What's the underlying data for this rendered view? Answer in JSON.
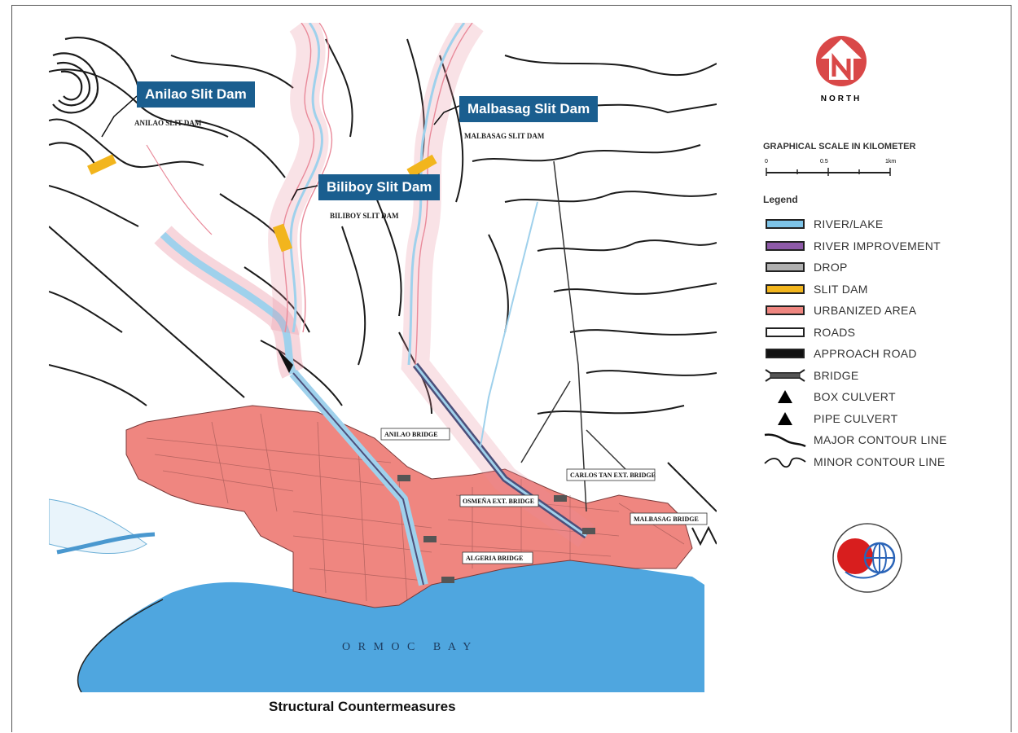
{
  "callouts": {
    "anilao": "Anilao Slit Dam",
    "malbasag": "Malbasag Slit Dam",
    "biliboy": "Biliboy Slit Dam"
  },
  "map_labels": {
    "anilao_dam": "ANILAO SLIT DAM",
    "malbasag_dam": "MALBASAG SLIT DAM",
    "biliboy_dam": "BILIBOY SLIT DAM",
    "anilao_bridge": "ANILAO BRIDGE",
    "osmena_bridge": "OSMEÑA EXT. BRIDGE",
    "algeria_bridge": "ALGERIA BRIDGE",
    "carlos_tan_bridge": "CARLOS TAN EXT. BRIDGE",
    "malbasag_bridge": "MALBASAG BRIDGE",
    "bay": "O R M O C   B A Y"
  },
  "north": {
    "label": "NORTH"
  },
  "scale": {
    "title": "GRAPHICAL SCALE IN KILOMETER",
    "ticks": [
      "0",
      "0.5",
      "1km"
    ]
  },
  "legend": {
    "title": "Legend",
    "items": [
      {
        "label": "RIVER/LAKE",
        "symbol": "swatch",
        "color": "#7ec4e8"
      },
      {
        "label": "RIVER IMPROVEMENT",
        "symbol": "swatch",
        "color": "#8e5aa8"
      },
      {
        "label": "DROP",
        "symbol": "swatch",
        "color": "#b0b0b0"
      },
      {
        "label": "SLIT DAM",
        "symbol": "swatch",
        "color": "#f2b51d"
      },
      {
        "label": "URBANIZED AREA",
        "symbol": "swatch",
        "color": "#ef8680"
      },
      {
        "label": "ROADS",
        "symbol": "swatch",
        "color": "#ffffff"
      },
      {
        "label": "APPROACH ROAD",
        "symbol": "swatch",
        "color": "#111111"
      },
      {
        "label": "BRIDGE",
        "symbol": "bridge",
        "color": "#555555"
      },
      {
        "label": "BOX CULVERT",
        "symbol": "triangle",
        "color": "#000000"
      },
      {
        "label": "PIPE CULVERT",
        "symbol": "triangle",
        "color": "#000000"
      },
      {
        "label": "MAJOR CONTOUR LINE",
        "symbol": "major-contour",
        "color": "#111111"
      },
      {
        "label": "MINOR CONTOUR LINE",
        "symbol": "minor-contour",
        "color": "#111111"
      }
    ]
  },
  "caption": "Structural Countermeasures",
  "colors": {
    "sea": "#4fa6df",
    "urban": "#ef8680",
    "river": "#9fd1ec",
    "river_band": "#e98a9a",
    "slit_dam": "#f2b51d",
    "callout": "#1a5e8f",
    "north_logo": "#d94848"
  }
}
